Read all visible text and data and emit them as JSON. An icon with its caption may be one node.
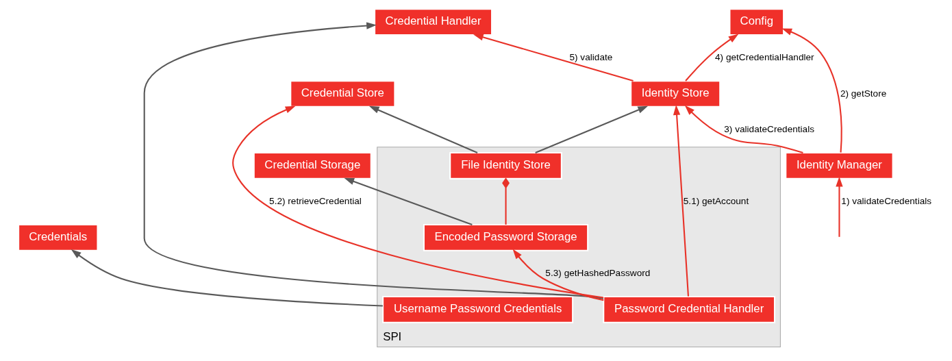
{
  "diagram": {
    "nodes": [
      {
        "text": [
          "Identity Manager"
        ]
      },
      {
        "text": [
          "Identity Store"
        ]
      },
      {
        "text": [
          "Credential Handler"
        ]
      },
      {
        "text": [
          "Credentials"
        ]
      },
      {
        "text": [
          "Config"
        ]
      },
      {
        "text": [
          "Credential Storage"
        ]
      },
      {
        "text": [
          "Credential Store"
        ]
      },
      {
        "text": [
          "SPI"
        ]
      },
      {
        "text": [
          "Username Password Credentials"
        ],
        "in": 7
      },
      {
        "text": [
          "Encoded Password Storage"
        ],
        "in": 7
      },
      {
        "text": [
          "File Identity Store"
        ],
        "in": 7
      },
      {
        "text": [
          "Password Credential Handler"
        ],
        "in": 7
      }
    ],
    "edges": [
      {
        "from": null,
        "to": 0,
        "arrow": "to",
        "label": "1) validateCredentials"
      },
      {
        "from": 0,
        "to": 4,
        "arrow": "to",
        "label": "2) getStore"
      },
      {
        "from": 0,
        "to": 1,
        "arrow": "to",
        "label": "3) validateCredentials"
      },
      {
        "from": 1,
        "to": 4,
        "arrow": "to",
        "label": "4) getCredentialHandler"
      },
      {
        "from": 1,
        "to": 2,
        "arrow": "to",
        "label": "5) validate"
      },
      {
        "from": 11,
        "to": 1,
        "arrow": "to",
        "label": "5.1) getAccount"
      },
      {
        "from": 11,
        "to": 6,
        "arrow": "to",
        "label": "5.2) retrieveCredential"
      },
      {
        "from": 11,
        "to": 9,
        "arrow": "to",
        "label": "5.3) getHashedPassword"
      },
      {
        "from": 8,
        "to": 3,
        "arrow": "to",
        "color": "#595959"
      },
      {
        "from": 9,
        "to": 5,
        "arrow": "to",
        "color": "#595959"
      },
      {
        "from": 10,
        "to": 1,
        "arrow": "to",
        "color": "#595959"
      },
      {
        "from": 10,
        "to": 6,
        "arrow": "to",
        "color": "#595959"
      },
      {
        "from": 11,
        "to": 2,
        "arrow": "to",
        "color": "#595959"
      },
      {
        "from": 9,
        "to": 10,
        "arrow": "other"
      }
    ]
  }
}
